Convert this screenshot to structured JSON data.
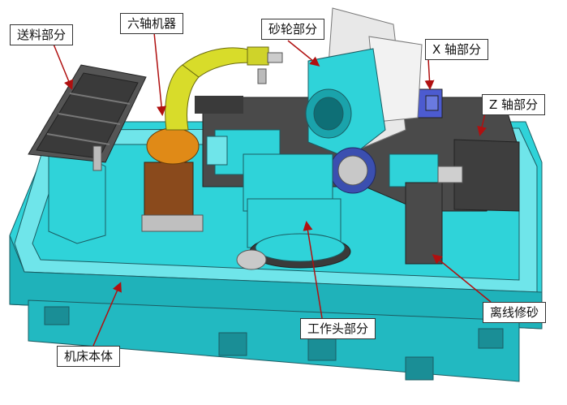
{
  "colors": {
    "machine_cyan": "#2fd3d9",
    "cyan_light": "#7ae8ec",
    "cyan_dark": "#1a9aa3",
    "robot_yellow": "#d8dc2a",
    "robot_orange": "#e08a17",
    "motor_brown": "#8a4a1c",
    "rail_gray": "#4a4a4a",
    "wheel_blue": "#3b4fb0",
    "leader_color": "#b01010"
  },
  "labels": {
    "feeding": "送料部分",
    "six_axis_robot": "六轴机器",
    "wheel": "砂轮部分",
    "x_axis": "X 轴部分",
    "z_axis": "Z 轴部分",
    "offline_dressing": "离线修砂",
    "workhead": "工作头部分",
    "machine_bed": "机床本体"
  }
}
